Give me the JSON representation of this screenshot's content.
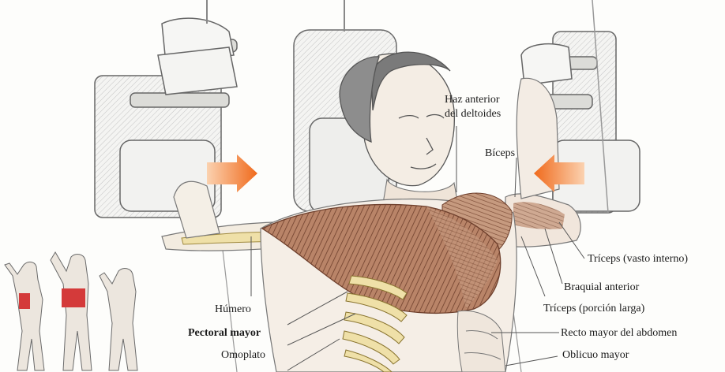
{
  "labels": {
    "haz_anterior_line1": "Haz anterior",
    "haz_anterior_line2": "del deltoides",
    "biceps": "Bíceps",
    "triceps_vasto": "Tríceps (vasto interno)",
    "braquial": "Braquial anterior",
    "triceps_larga": "Tríceps (porción larga)",
    "recto": "Recto mayor del abdomen",
    "oblicuo": "Oblicuo mayor",
    "humero": "Húmero",
    "pectoral": "Pectoral mayor",
    "omoplato": "Omoplato"
  },
  "colors": {
    "muscle": "#8a5a44",
    "muscle_light": "#c79a80",
    "bone": "#efe0a8",
    "arrow": "#f07a2a",
    "sketch": "#777777",
    "highlight": "#d43a3a"
  },
  "icons": {
    "press_arrow_left": "arrow-right-icon",
    "press_arrow_right": "arrow-left-icon"
  }
}
